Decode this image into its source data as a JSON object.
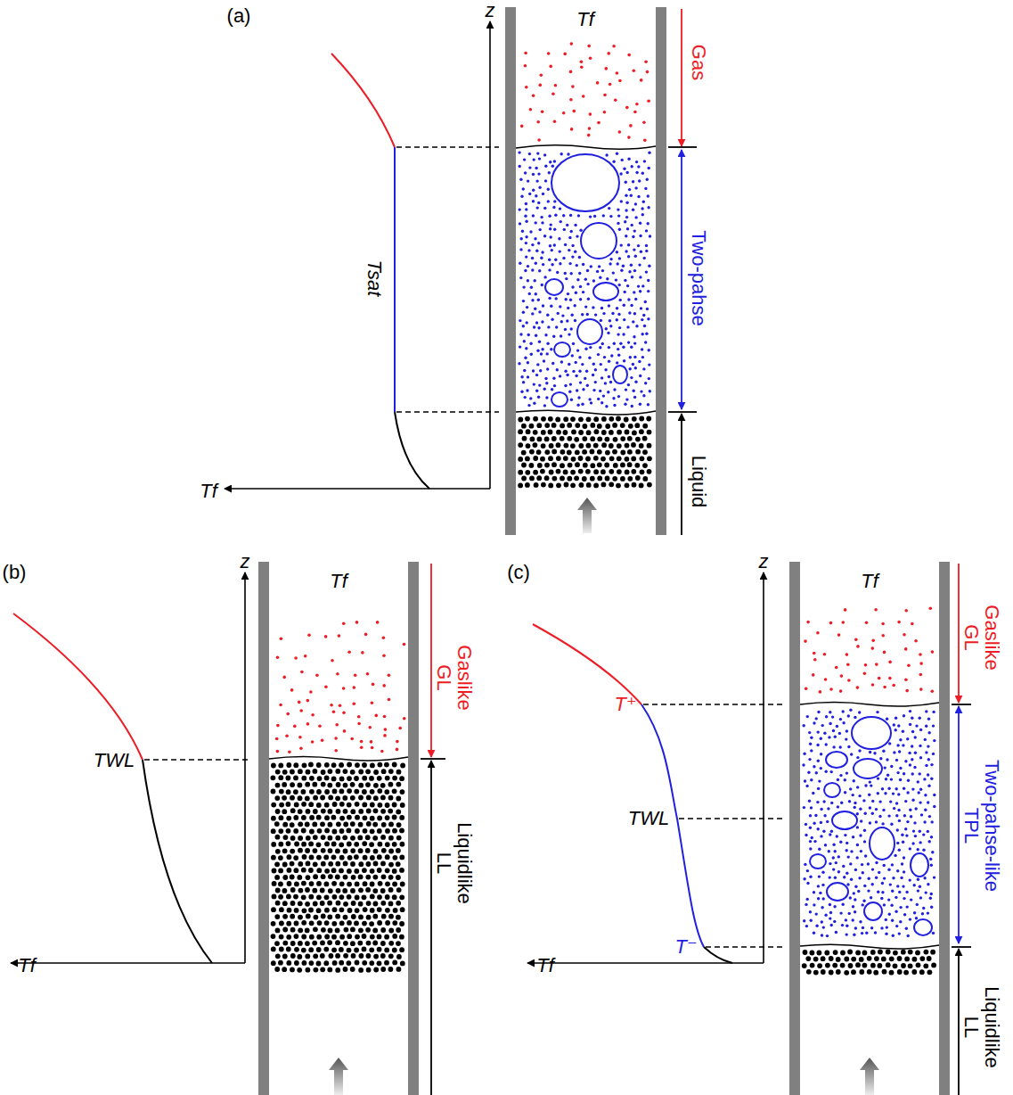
{
  "diagram": {
    "labels": [
      "(a)",
      "z",
      "Tf",
      "Gas",
      "Two-pahse",
      "Liquid",
      "Tsat",
      "Tf",
      "(b)",
      "z",
      "Tf",
      "Gaslike GL",
      "Liquidlike LL",
      "TWL",
      "Tf",
      "(c)",
      "z",
      "Tf",
      "Gaslike GL",
      "Two-pahse-like TPL",
      "Liquidlike LL",
      "T⁺",
      "TWL",
      "T⁻",
      "Tf"
    ]
  }
}
